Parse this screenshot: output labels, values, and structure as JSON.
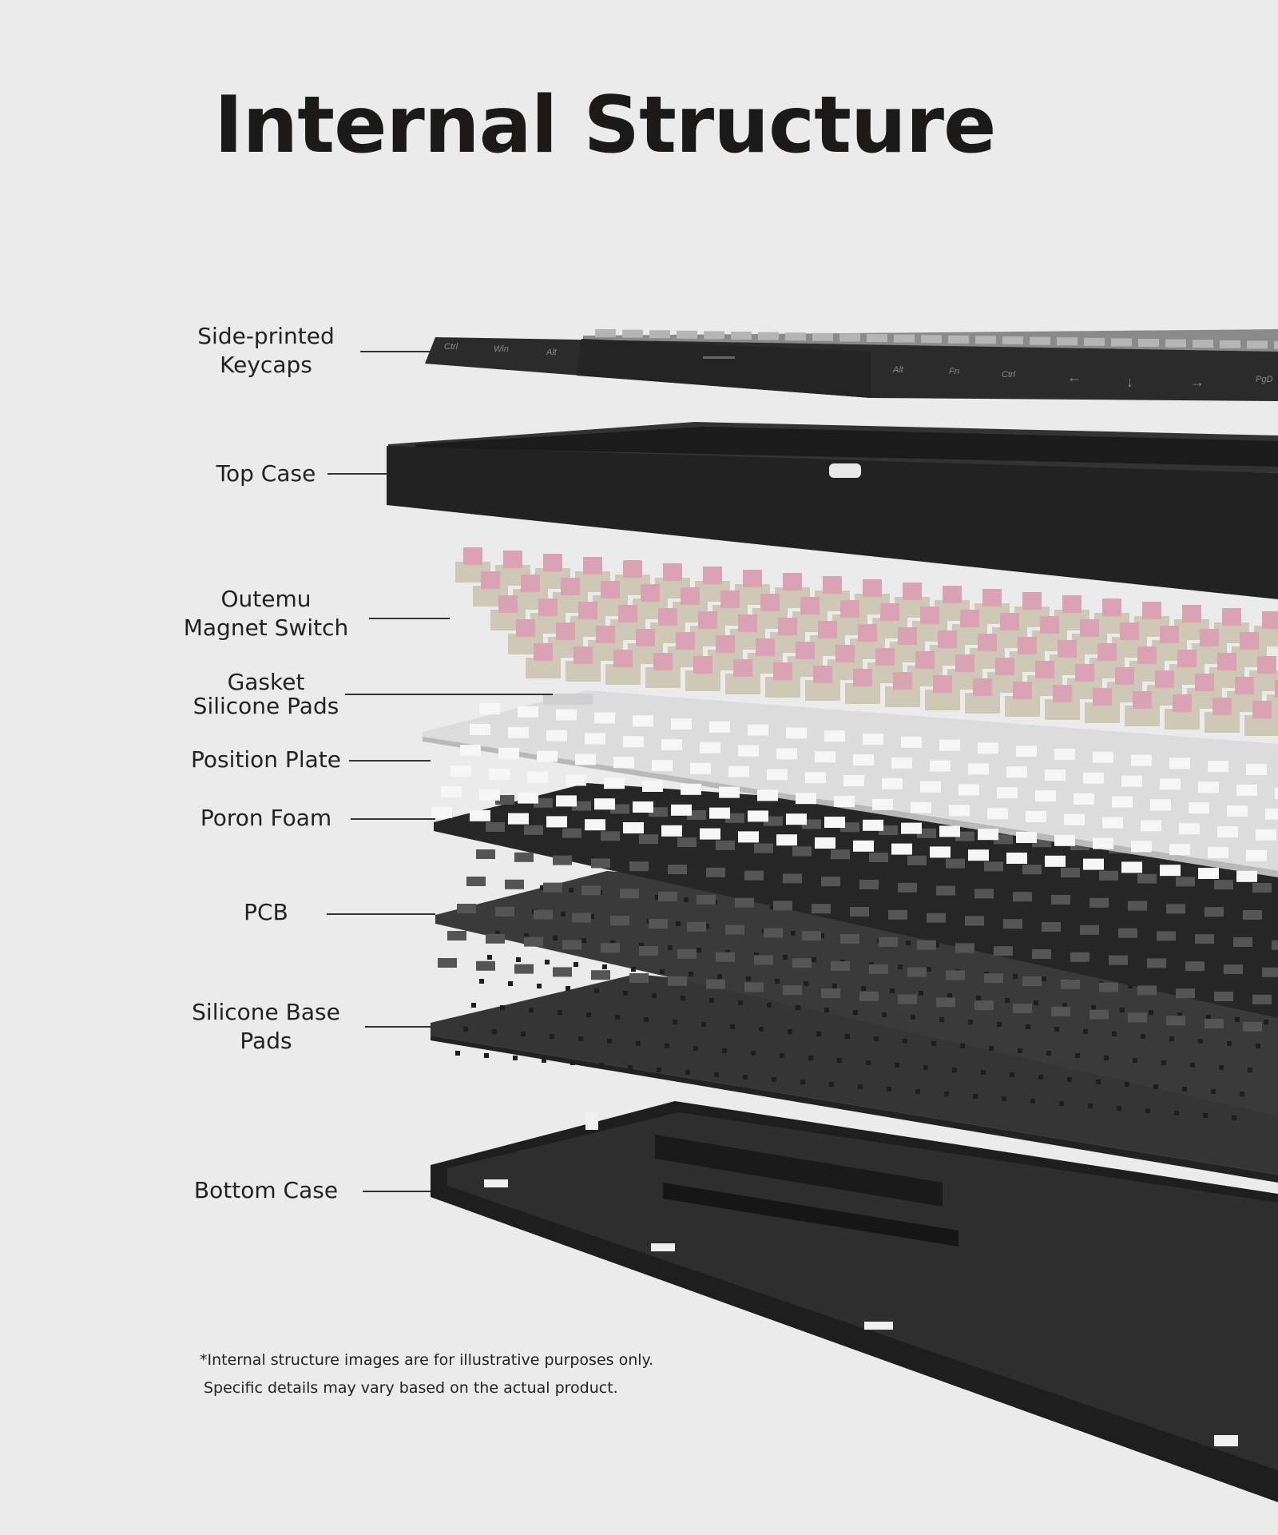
{
  "title": "Internal Structure",
  "layers": [
    {
      "label_line1": "Side-printed",
      "label_line2": "Keycaps"
    },
    {
      "label_line1": "Top Case",
      "label_line2": ""
    },
    {
      "label_line1": "Outemu",
      "label_line2": "Magnet Switch"
    },
    {
      "label_line1": "Gasket",
      "label_line2": "Silicone Pads"
    },
    {
      "label_line1": "Position Plate",
      "label_line2": ""
    },
    {
      "label_line1": "Poron Foam",
      "label_line2": ""
    },
    {
      "label_line1": "PCB",
      "label_line2": ""
    },
    {
      "label_line1": "Silicone Base",
      "label_line2": "Pads"
    },
    {
      "label_line1": "Bottom Case",
      "label_line2": ""
    }
  ],
  "keycap_legends": [
    "Ctrl",
    "Win",
    "Alt",
    "Alt",
    "Fn",
    "Ctrl",
    "←",
    "↓",
    "→",
    "PgD"
  ],
  "footnote": {
    "line1": "*Internal structure images are for illustrative purposes only.",
    "line2": "Specific details may vary based on the actual product."
  },
  "colors": {
    "background": "#ebebeb",
    "switch_stem": "#d9a3b4",
    "switch_housing": "#cfc8b6"
  }
}
